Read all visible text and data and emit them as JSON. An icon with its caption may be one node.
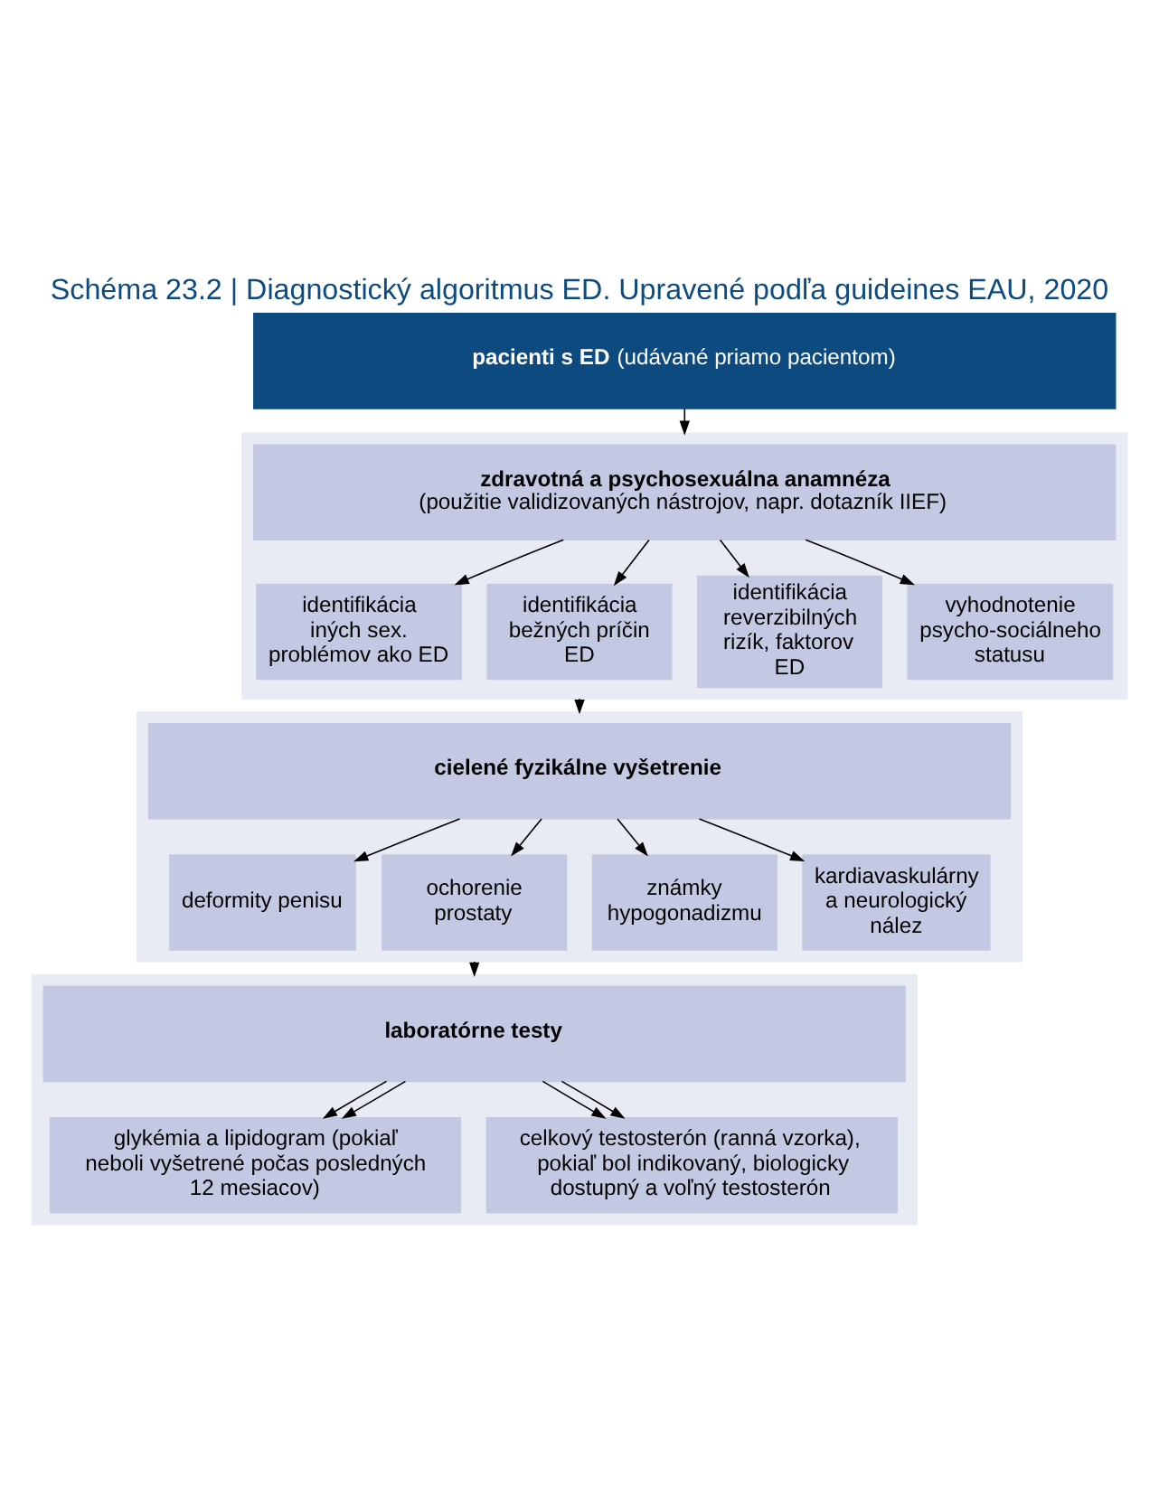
{
  "diagram": {
    "title": "Schéma 23.2 | Diagnostický algoritmus ED. Upravené podľa guideines EAU, 2020",
    "nodes": [
      {
        "text": [
          "**pacienti s ED** (udávané priamo pacientom)"
        ]
      },
      {
        "text": [],
        "shape": "box"
      },
      {
        "text": [
          "zdravotná a psychosexuálna anamnéza",
          "(použitie validizovaných nástrojov, napr. dotazník IIEF)"
        ],
        "in": 1
      },
      {
        "text": [
          "identifikácia iných sex. problémov ako ED"
        ],
        "in": 1
      },
      {
        "text": [
          "identifikácia bežných príčin ED"
        ],
        "in": 1
      },
      {
        "text": [
          "identifikácia reverzibilných rizík, faktorov ED"
        ],
        "in": 1
      },
      {
        "text": [
          "vyhodnotenie psycho-sociálneho statusu"
        ],
        "in": 1
      },
      {
        "text": [],
        "shape": "box"
      },
      {
        "text": [
          "cielené fyzikálne vyšetrenie"
        ],
        "in": 7
      },
      {
        "text": [
          "deformity penisu"
        ],
        "in": 7
      },
      {
        "text": [
          "ochorenie prostaty"
        ],
        "in": 7
      },
      {
        "text": [
          "známky hypogonadizmu"
        ],
        "in": 7
      },
      {
        "text": [
          "kardiavaskulárny a neurologický nález"
        ],
        "in": 7
      },
      {
        "text": [],
        "shape": "box"
      },
      {
        "text": [
          "laboratórne testy"
        ],
        "in": 13
      },
      {
        "text": [
          "glykémia a lipidogram (pokiaľ neboli vyšetrené počas posledných 12 mesiacov)"
        ],
        "in": 13
      },
      {
        "text": [
          "celkový testosterón (ranná vzorka), pokiaľ bol indikovaný, biologicky dostupný a voľný testosterón"
        ],
        "in": 13
      }
    ],
    "edges": [
      {
        "from": 0,
        "to": 1,
        "arrow": "to"
      },
      {
        "from": 2,
        "to": 3,
        "arrow": "to"
      },
      {
        "from": 2,
        "to": 4,
        "arrow": "to"
      },
      {
        "from": 2,
        "to": 5,
        "arrow": "to"
      },
      {
        "from": 2,
        "to": 6,
        "arrow": "to"
      },
      {
        "from": 1,
        "to": 7,
        "arrow": "to"
      },
      {
        "from": 8,
        "to": 9,
        "arrow": "to"
      },
      {
        "from": 8,
        "to": 10,
        "arrow": "to"
      },
      {
        "from": 8,
        "to": 11,
        "arrow": "to"
      },
      {
        "from": 8,
        "to": 12,
        "arrow": "to"
      },
      {
        "from": 7,
        "to": 13,
        "arrow": "to"
      },
      {
        "from": 14,
        "to": 15,
        "arrow": "to"
      },
      {
        "from": 14,
        "to": 15,
        "arrow": "to"
      },
      {
        "from": 14,
        "to": 16,
        "arrow": "to"
      },
      {
        "from": 14,
        "to": 16,
        "arrow": "to"
      }
    ]
  }
}
